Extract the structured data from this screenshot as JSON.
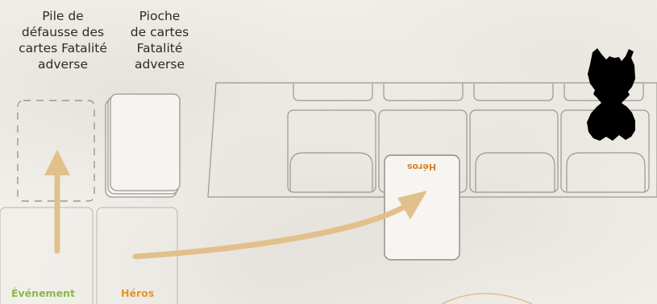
{
  "labels": {
    "discard_pile": "Pile de\ndéfausse des\ncartes Fatalité\nadverse",
    "fate_deck": "Pioche\nde cartes\nFatalité\nadverse",
    "event": "Événement",
    "hero": "Héros",
    "hero_card": "Héros"
  },
  "colors": {
    "background": "#f1efea",
    "outline": "#9a9792",
    "arrow": "#e2c08c",
    "event_green": "#8cb84a",
    "hero_orange": "#e8952a",
    "hero_card_text": "#d9822b",
    "silhouette": "#000000"
  },
  "icons": {
    "miniature": "creature-silhouette"
  }
}
